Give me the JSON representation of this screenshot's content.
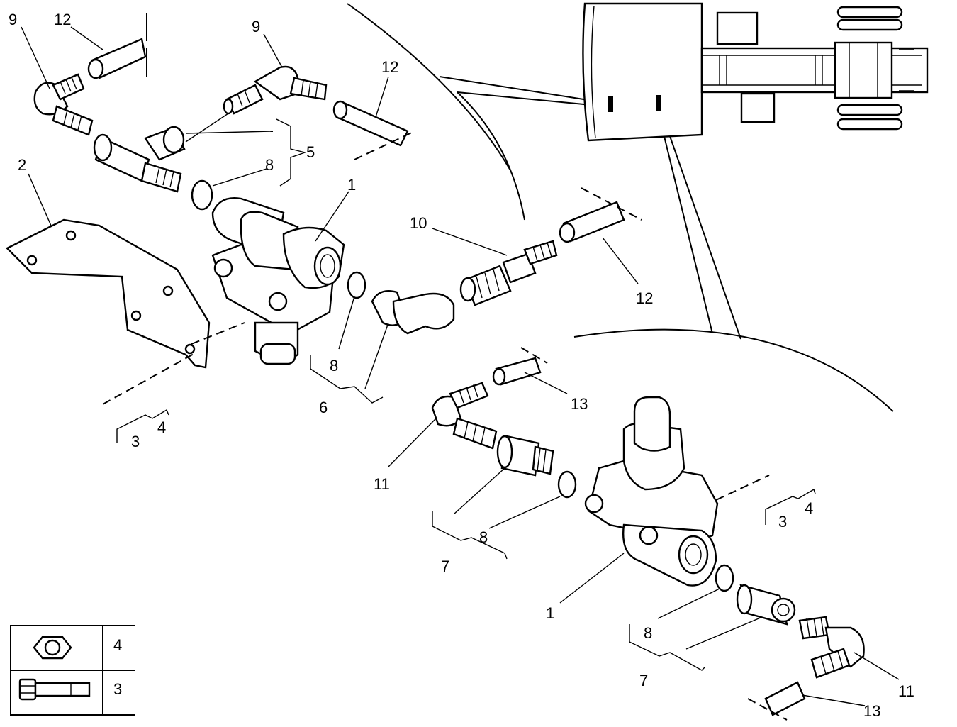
{
  "callouts": {
    "c9a": "9",
    "c12a": "12",
    "c9b": "9",
    "c12b": "12",
    "c5": "5",
    "c2": "2",
    "c8a": "8",
    "c1a": "1",
    "c10": "10",
    "c12c": "12",
    "c8b": "8",
    "c6": "6",
    "c3a": "3",
    "c4a": "4",
    "c13a": "13",
    "c11a": "11",
    "c3b": "3",
    "c4b": "4",
    "c8c": "8",
    "c7a": "7",
    "c1b": "1",
    "c8d": "8",
    "c7b": "7",
    "c11b": "11",
    "c13b": "13"
  },
  "legend": {
    "nut_label": "4",
    "bolt_label": "3",
    "nut_icon": "hex-nut-icon",
    "bolt_icon": "bolt-icon"
  }
}
